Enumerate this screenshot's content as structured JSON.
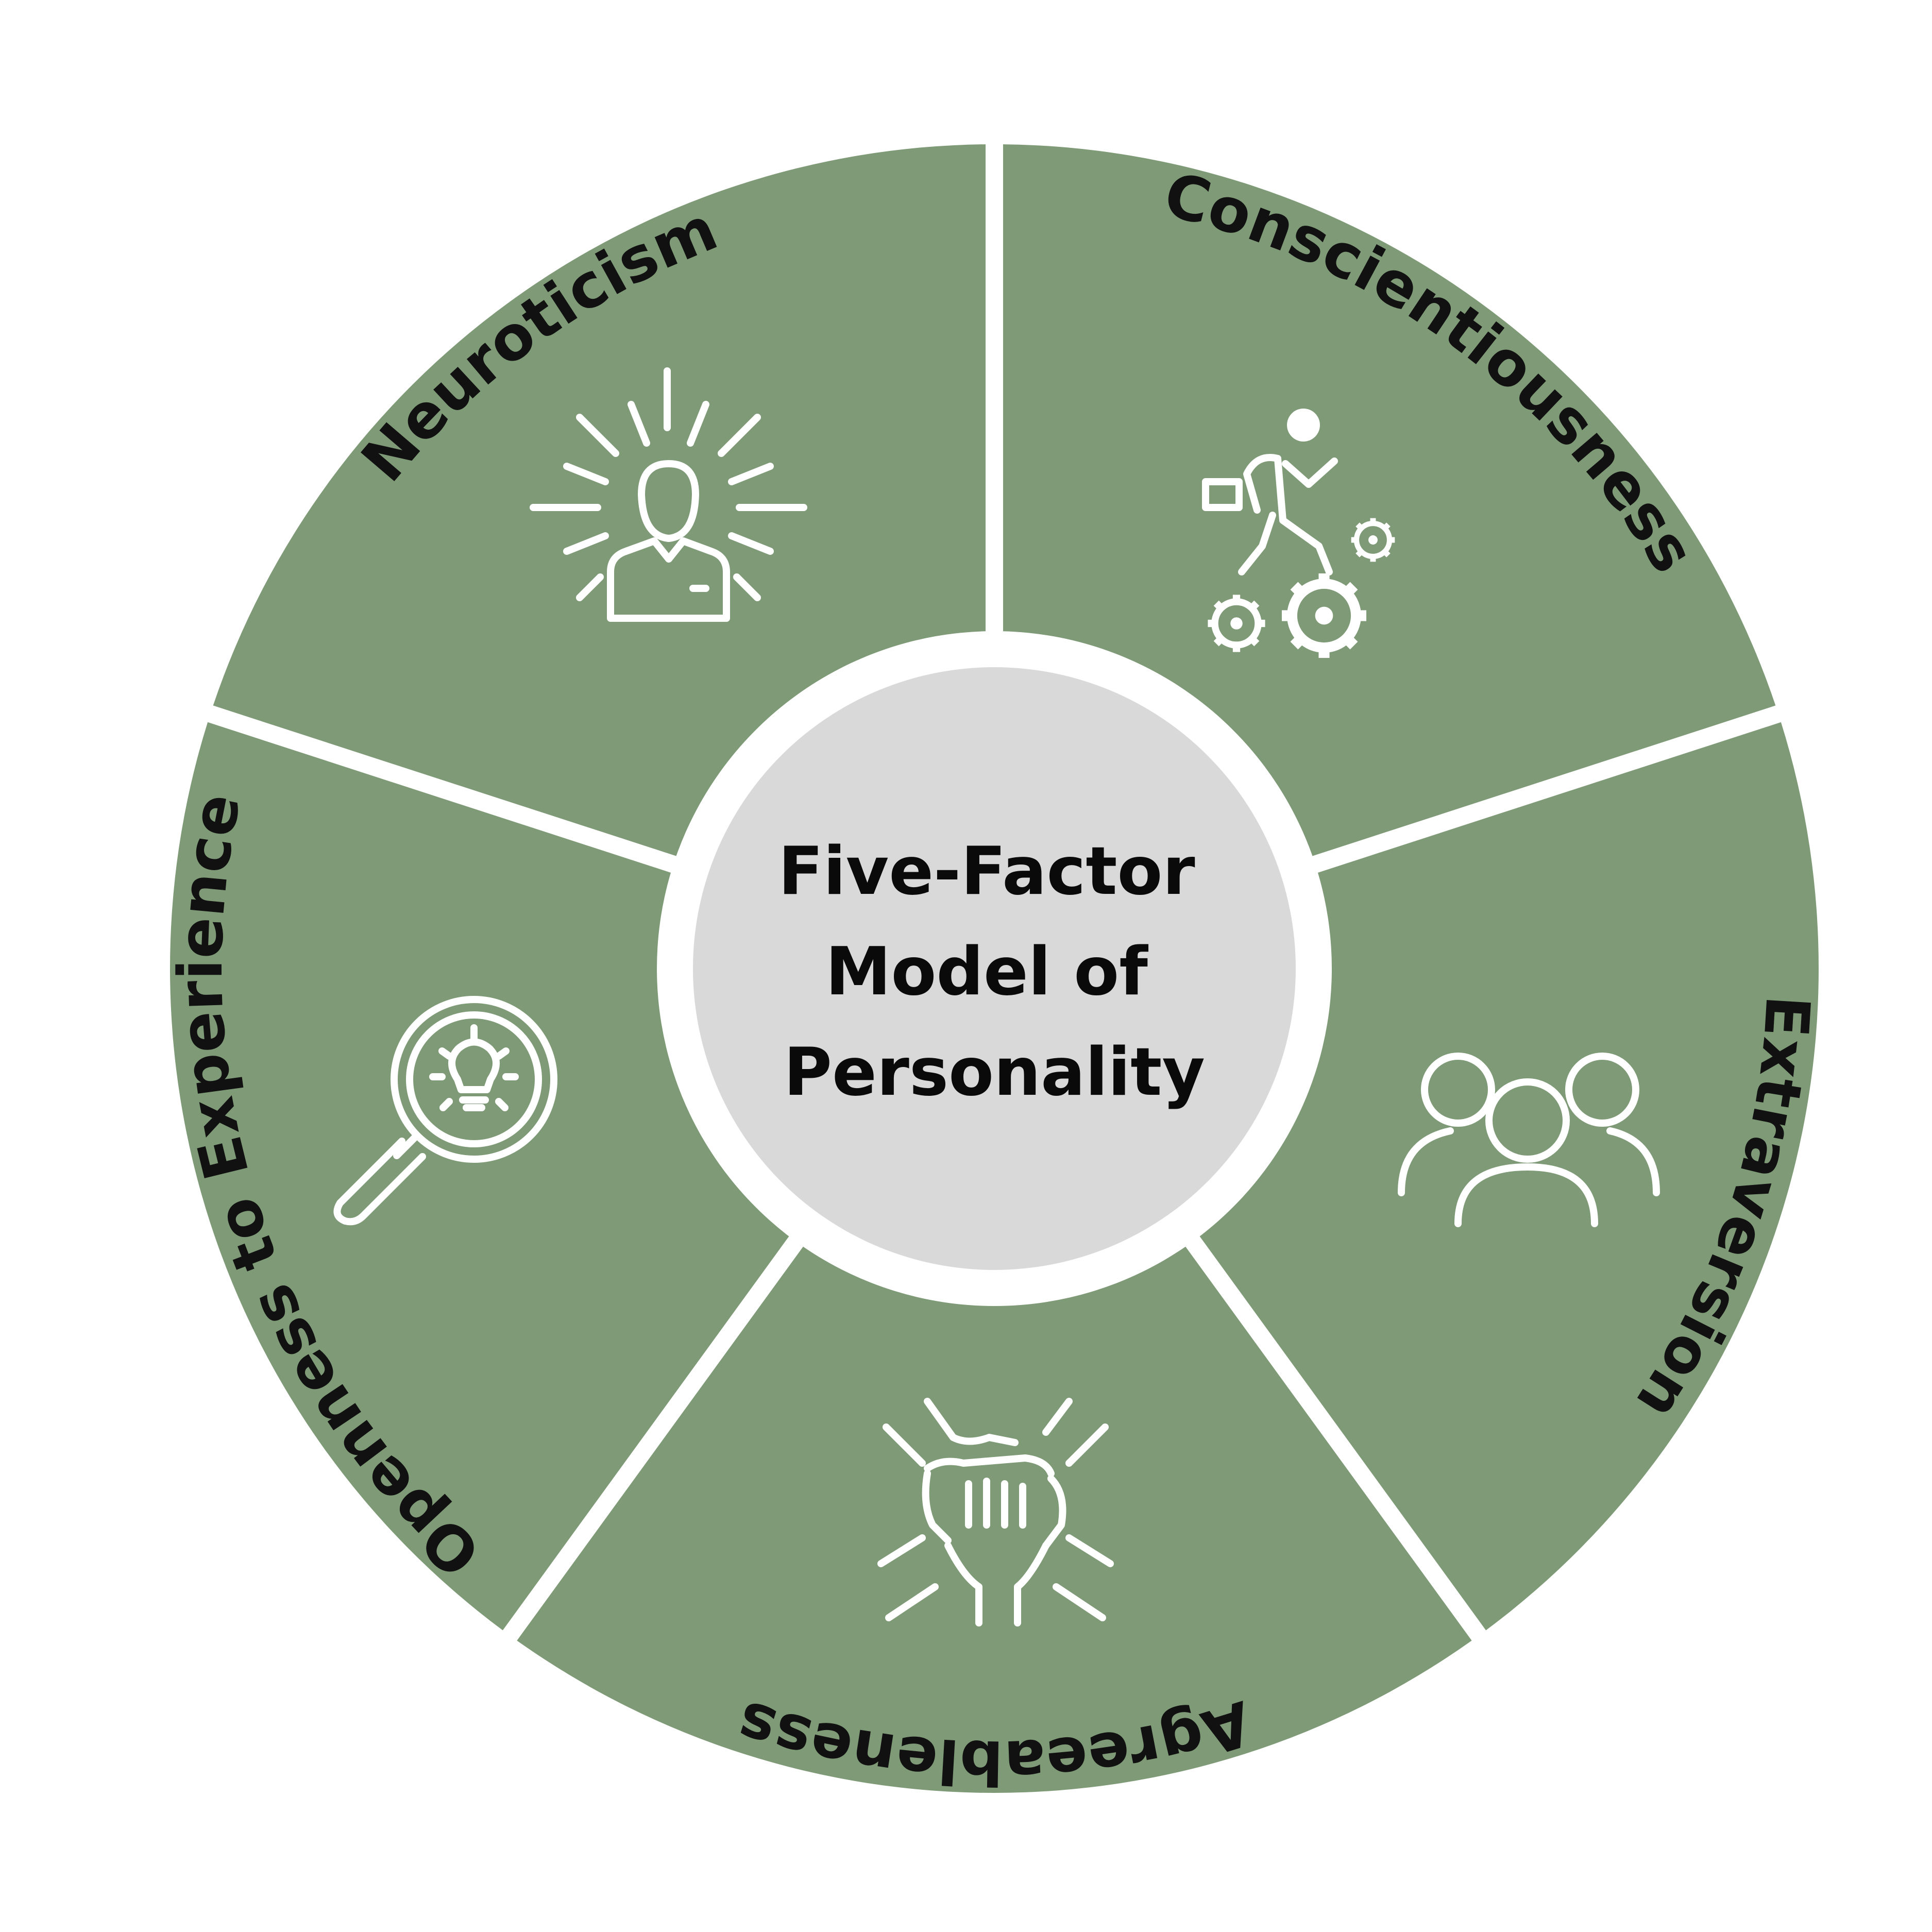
{
  "center": {
    "title_lines": [
      "Five-Factor",
      "Model of",
      "Personality"
    ]
  },
  "segments": [
    {
      "label": "Conscientiousness",
      "icon": "worker-gears-icon"
    },
    {
      "label": "Extraversion",
      "icon": "group-people-icon"
    },
    {
      "label": "Agreeableness",
      "icon": "stacked-hands-icon"
    },
    {
      "label": "Openness to Experience",
      "icon": "magnifier-lightbulb-icon"
    },
    {
      "label": "Neuroticism",
      "icon": "stressed-person-icon"
    }
  ],
  "colors": {
    "segment_fill": "#7f9a77",
    "center_fill": "#d9d9d9",
    "background": "#ffffff",
    "icon_stroke": "#ffffff",
    "text": "#111111"
  }
}
